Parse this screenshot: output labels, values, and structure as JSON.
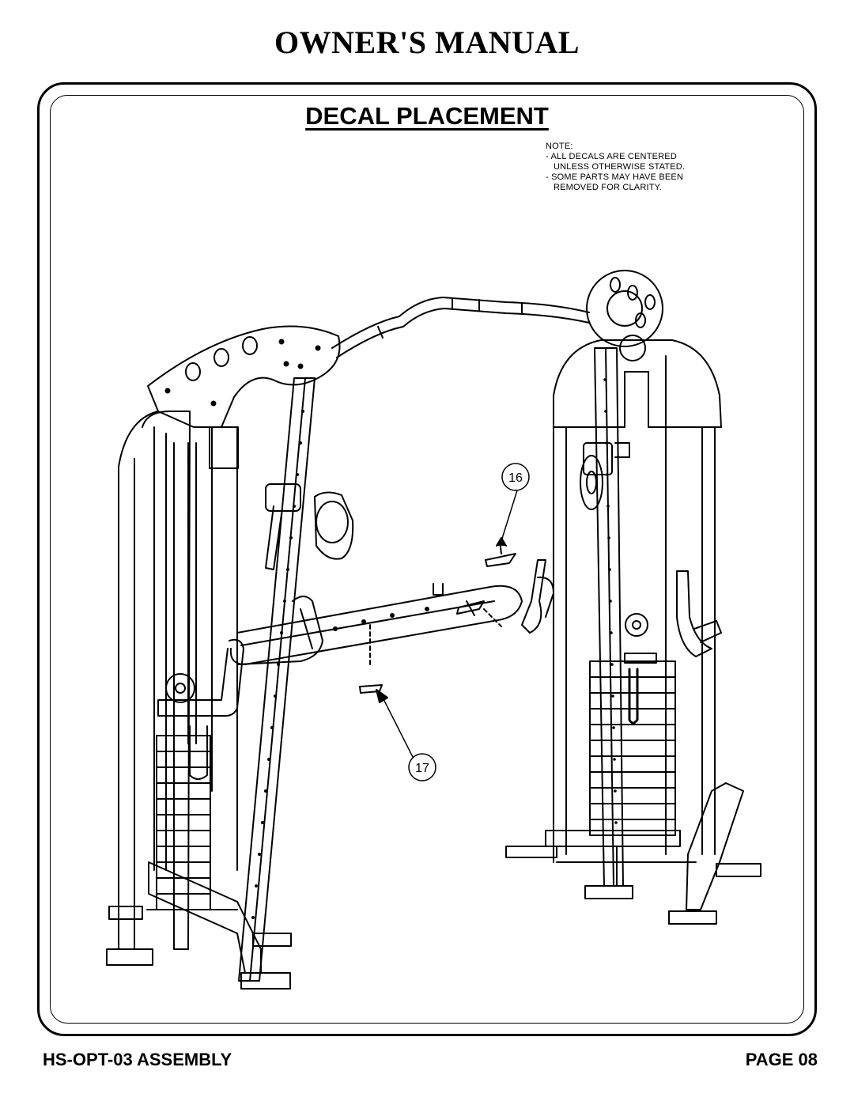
{
  "header": {
    "title": "OWNER'S MANUAL"
  },
  "section": {
    "title": "DECAL PLACEMENT"
  },
  "note": {
    "heading": "NOTE:",
    "line1": "-  ALL DECALS ARE CENTERED",
    "line2": "UNLESS OTHERWISE STATED.",
    "line3": "-  SOME PARTS MAY HAVE BEEN",
    "line4": "REMOVED FOR CLARITY."
  },
  "callouts": [
    {
      "number": "16"
    },
    {
      "number": "17"
    }
  ],
  "footer": {
    "assembly": "HS-OPT-03 ASSEMBLY",
    "page": "PAGE 08"
  }
}
